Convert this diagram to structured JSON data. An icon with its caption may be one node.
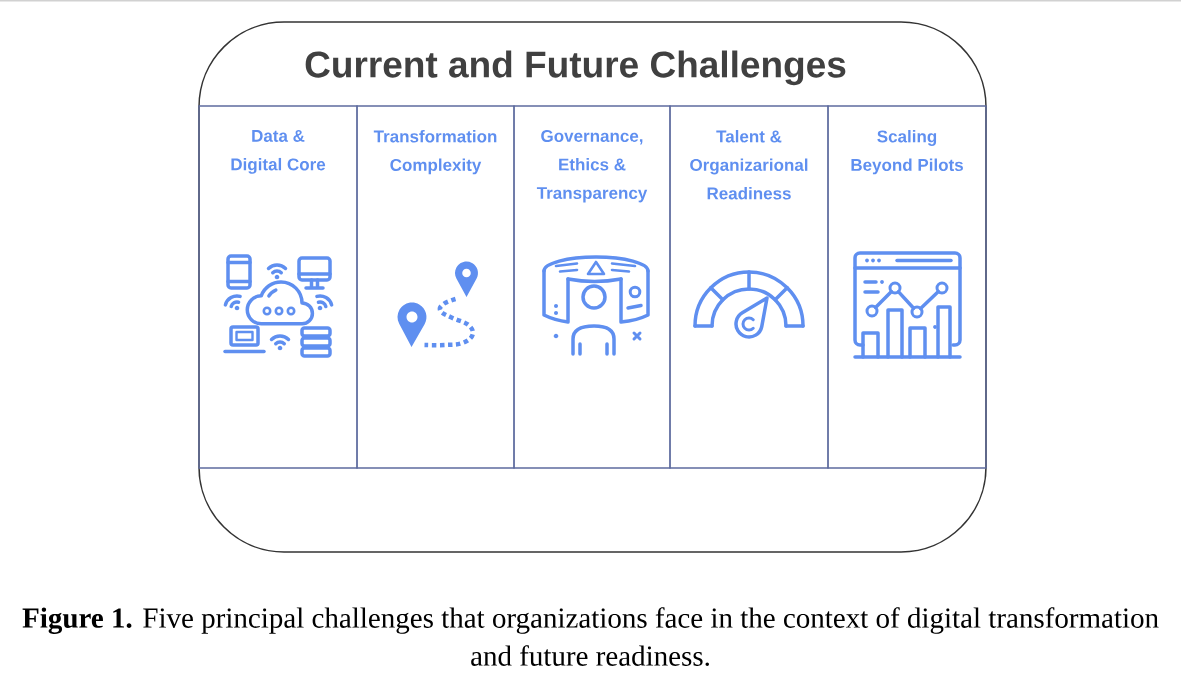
{
  "diagram": {
    "caption": "**Figure 1.** Five principal challenges that organizations face in the context of digital transformation and future readiness.",
    "nodes": [
      {
        "text": [
          "Current and Future Challenges"
        ]
      },
      {
        "text": [
          "Data & Digital Core"
        ],
        "in": 0
      },
      {
        "text": [
          "Transformation Complexity"
        ],
        "in": 0
      },
      {
        "text": [
          "Governance, Ethics & Transparency"
        ],
        "in": 0
      },
      {
        "text": [
          "Talent & Organizarional Readiness"
        ],
        "in": 0
      },
      {
        "text": [
          "Scaling Beyond Pilots"
        ],
        "in": 0
      }
    ]
  }
}
